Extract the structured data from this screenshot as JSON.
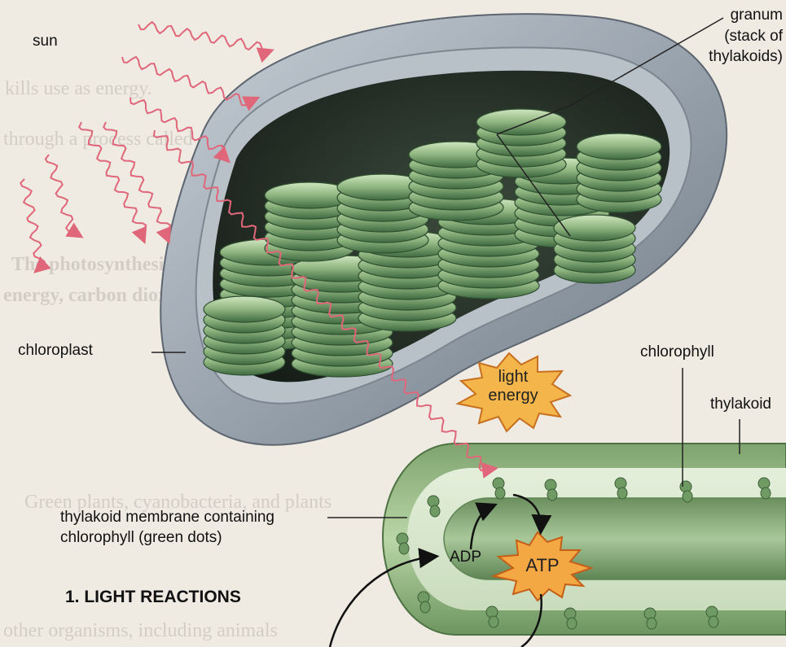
{
  "labels": {
    "sun": "sun",
    "granum": [
      "granum",
      "(stack of",
      "thylakoids)"
    ],
    "chloroplast": "chloroplast",
    "chlorophyll": "chlorophyll",
    "thylakoid": "thylakoid",
    "thylakoid_membrane": [
      "thylakoid membrane containing",
      "chlorophyll (green dots)"
    ],
    "light_energy": [
      "light",
      "energy"
    ],
    "adp": "ADP",
    "atp": "ATP",
    "section_heading": "1. LIGHT REACTIONS"
  },
  "bleed_through": [
    "kills use as energy.",
    "through a process called",
    "The photosynthesis uses light",
    "energy, carbon dioxide, and water",
    "Green plants, cyanobacteria, and plants",
    "other organisms, including animals"
  ],
  "colors": {
    "ray": "#e0677a",
    "chlorophyll": "#6f9a63",
    "burst_fill": "#f4b54a"
  }
}
